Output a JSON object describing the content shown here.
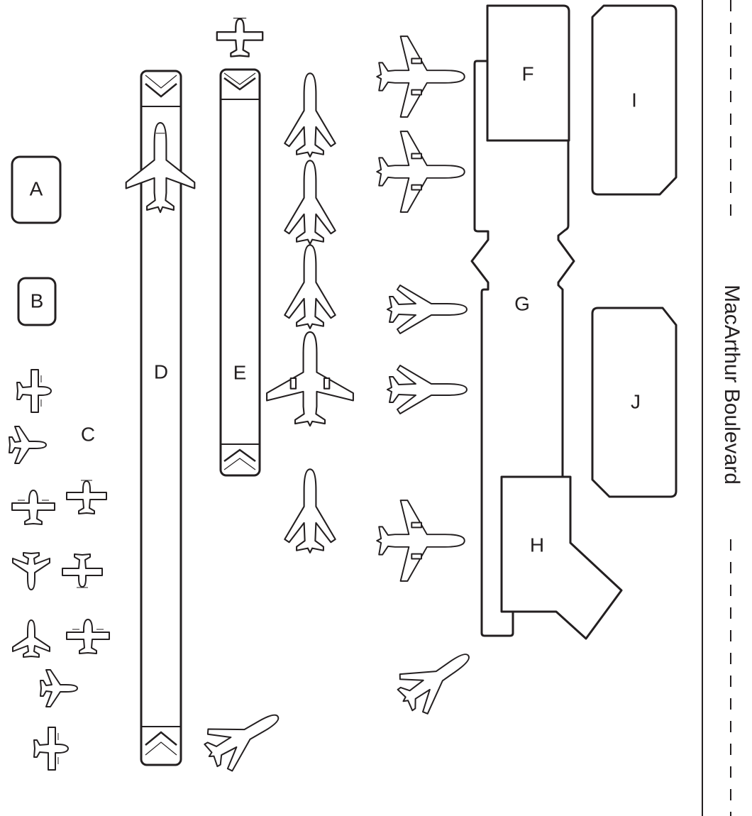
{
  "map": {
    "labels": {
      "a": "A",
      "b": "B",
      "c": "C",
      "d": "D",
      "e": "E",
      "f": "F",
      "g": "G",
      "h": "H",
      "i": "I",
      "j": "J"
    },
    "road_name": "MacArthur Boulevard"
  }
}
